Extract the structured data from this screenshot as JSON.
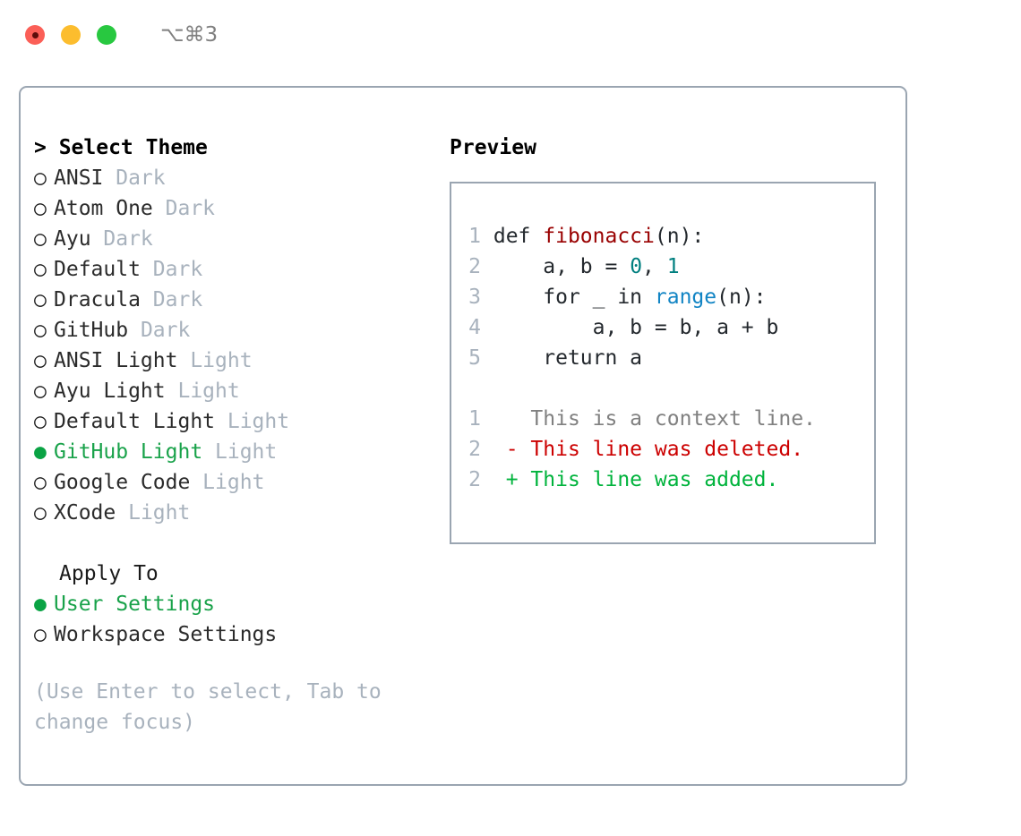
{
  "titlebar": {
    "shortcut": "⌥⌘3",
    "lights": [
      {
        "name": "close",
        "color": "#fb5f57"
      },
      {
        "name": "minimize",
        "color": "#fcbd2e"
      },
      {
        "name": "zoom",
        "color": "#28c840"
      }
    ]
  },
  "theme_list": {
    "header": "> Select Theme",
    "unselected_bullet": "○",
    "selected_bullet": "●",
    "items": [
      {
        "bullet": "○",
        "name": "ANSI",
        "kind": "Dark",
        "selected": false
      },
      {
        "bullet": "○",
        "name": "Atom One",
        "kind": "Dark",
        "selected": false
      },
      {
        "bullet": "○",
        "name": "Ayu",
        "kind": "Dark",
        "selected": false
      },
      {
        "bullet": "○",
        "name": "Default",
        "kind": "Dark",
        "selected": false
      },
      {
        "bullet": "○",
        "name": "Dracula",
        "kind": "Dark",
        "selected": false
      },
      {
        "bullet": "○",
        "name": "GitHub",
        "kind": "Dark",
        "selected": false
      },
      {
        "bullet": "○",
        "name": "ANSI Light",
        "kind": "Light",
        "selected": false
      },
      {
        "bullet": "○",
        "name": "Ayu Light",
        "kind": "Light",
        "selected": false
      },
      {
        "bullet": "○",
        "name": "Default Light",
        "kind": "Light",
        "selected": false
      },
      {
        "bullet": "●",
        "name": "GitHub Light",
        "kind": "Light",
        "selected": true
      },
      {
        "bullet": "○",
        "name": "Google Code",
        "kind": "Light",
        "selected": false
      },
      {
        "bullet": "○",
        "name": "XCode",
        "kind": "Light",
        "selected": false
      }
    ]
  },
  "apply_to": {
    "title": "Apply To",
    "options": [
      {
        "bullet": "●",
        "label": "User Settings",
        "selected": true
      },
      {
        "bullet": "○",
        "label": "Workspace Settings",
        "selected": false
      }
    ]
  },
  "hint": "(Use Enter to select, Tab to change focus)",
  "preview": {
    "title": "Preview",
    "code_lines": [
      {
        "n": "1",
        "segments": [
          {
            "text": "def ",
            "tok": "plain"
          },
          {
            "text": "fibonacci",
            "tok": "func"
          },
          {
            "text": "(n):",
            "tok": "plain"
          }
        ]
      },
      {
        "n": "2",
        "segments": [
          {
            "text": "    a, b = ",
            "tok": "plain"
          },
          {
            "text": "0",
            "tok": "num"
          },
          {
            "text": ", ",
            "tok": "plain"
          },
          {
            "text": "1",
            "tok": "num"
          }
        ]
      },
      {
        "n": "3",
        "segments": [
          {
            "text": "    for _ in ",
            "tok": "plain"
          },
          {
            "text": "range",
            "tok": "builtin"
          },
          {
            "text": "(n):",
            "tok": "plain"
          }
        ]
      },
      {
        "n": "4",
        "segments": [
          {
            "text": "        a, b = b, a + b",
            "tok": "plain"
          }
        ]
      },
      {
        "n": "5",
        "segments": [
          {
            "text": "    return a",
            "tok": "plain"
          }
        ]
      }
    ],
    "diff_lines": [
      {
        "n": "1",
        "marker": "  ",
        "text": "This is a context line.",
        "kind": "context"
      },
      {
        "n": "2",
        "marker": "- ",
        "text": "This line was deleted.",
        "kind": "deleted"
      },
      {
        "n": "2",
        "marker": "+ ",
        "text": "This line was added.",
        "kind": "added"
      }
    ]
  },
  "colors": {
    "accent_green": "#19a24a",
    "muted": "#a8b2bd",
    "border": "#9aa5b1",
    "func_red": "#990000",
    "number_teal": "#007f7f",
    "builtin_blue": "#1184c4",
    "diff_deleted": "#cc0000",
    "diff_added": "#00b33c"
  }
}
